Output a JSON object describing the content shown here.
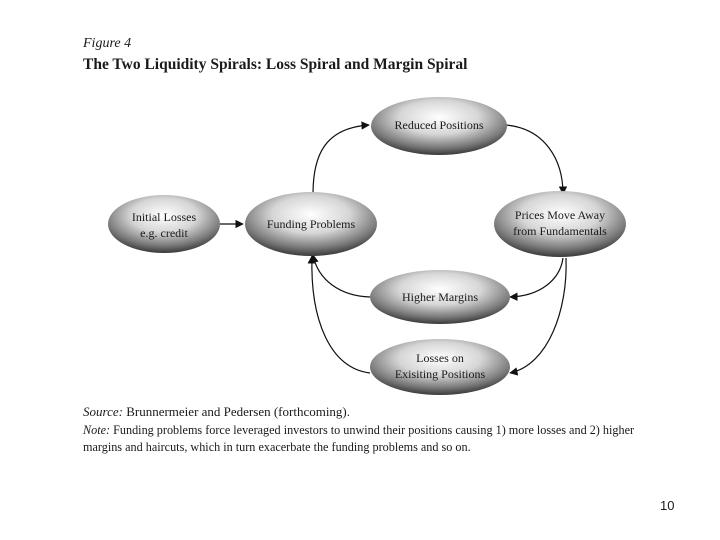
{
  "figure": {
    "label": "Figure 4",
    "title": "The Two Liquidity Spirals: Loss Spiral and Margin Spiral"
  },
  "nodes": {
    "initial_losses": {
      "line1": "Initial Losses",
      "line2": "e.g. credit"
    },
    "funding_problems": {
      "line1": "Funding Problems"
    },
    "reduced_positions": {
      "line1": "Reduced Positions"
    },
    "prices_move_away": {
      "line1": "Prices Move Away",
      "line2": "from Fundamentals"
    },
    "higher_margins": {
      "line1": "Higher Margins"
    },
    "losses_existing": {
      "line1": "Losses on",
      "line2": "Exisiting Positions"
    }
  },
  "source": {
    "label": "Source:",
    "text": " Brunnermeier and Pedersen (forthcoming)."
  },
  "note": {
    "label": "Note:",
    "text": " Funding problems force leveraged investors to unwind their positions causing 1) more losses and 2) higher margins and haircuts, which in turn exacerbate the funding problems and so on."
  },
  "page_number": "10"
}
